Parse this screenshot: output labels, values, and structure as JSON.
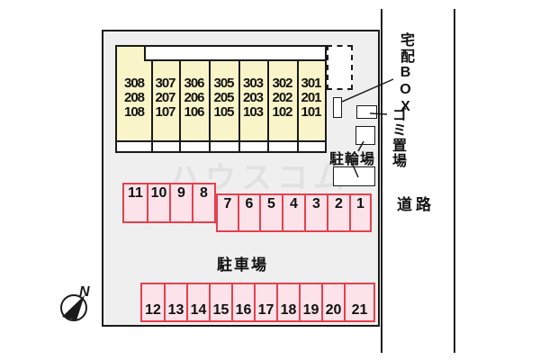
{
  "site_plan": {
    "watermark": "ハウスコム",
    "labels": {
      "delivery_box": "宅配BOX",
      "garbage_area": "ゴミ置場",
      "bicycle_parking": "駐輪場",
      "road": "道路",
      "parking_lot": "駐車場",
      "compass_north": "N"
    },
    "building": {
      "columns": [
        [
          "308",
          "208",
          "108"
        ],
        [
          "307",
          "207",
          "107"
        ],
        [
          "306",
          "206",
          "106"
        ],
        [
          "305",
          "205",
          "105"
        ],
        [
          "303",
          "203",
          "103"
        ],
        [
          "302",
          "202",
          "102"
        ],
        [
          "301",
          "201",
          "101"
        ]
      ]
    },
    "parking": {
      "row_upper_left": [
        "11",
        "10",
        "9",
        "8"
      ],
      "row_upper_right": [
        "7",
        "6",
        "5",
        "4",
        "3",
        "2",
        "1"
      ],
      "row_bottom": [
        "12",
        "13",
        "14",
        "15",
        "16",
        "17",
        "18",
        "19",
        "20",
        "21"
      ]
    },
    "colors": {
      "site_fill": "#efefef",
      "building_fill": "#f9f5c9",
      "parking_fill": "#fbe3e9",
      "parking_border": "#e5404d",
      "line_color": "#1a1a1a"
    }
  }
}
